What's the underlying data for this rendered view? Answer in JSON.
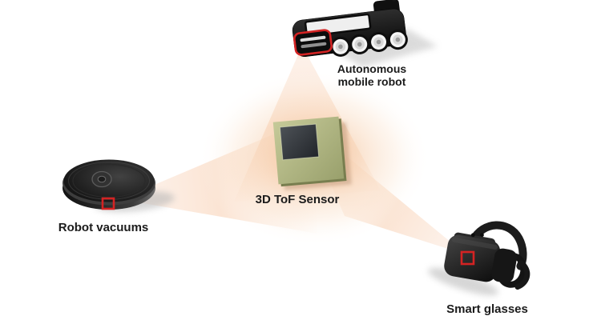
{
  "figure_type": "tof-sensor-applications-diagram",
  "center": {
    "label": "3D ToF Sensor"
  },
  "devices": [
    {
      "name": "autonomous-mobile-robot",
      "label_lines": [
        "Autonomous",
        "mobile robot"
      ]
    },
    {
      "name": "robot-vacuums",
      "label": "Robot vacuums"
    },
    {
      "name": "smart-glasses",
      "label": "Smart glasses"
    }
  ],
  "markers": {
    "icon": "tof-sensor-marker",
    "count": 3
  },
  "colors": {
    "background": "#ffffff",
    "beam_hot": "#ed8f5c",
    "beam": "#f6c29c",
    "glow": "#f2b183",
    "marker_red": "#d42323",
    "chip_face": "#aeb481",
    "chip_die": "#33373b",
    "device_black": "#141414",
    "label_text": "#1b1b1b"
  }
}
